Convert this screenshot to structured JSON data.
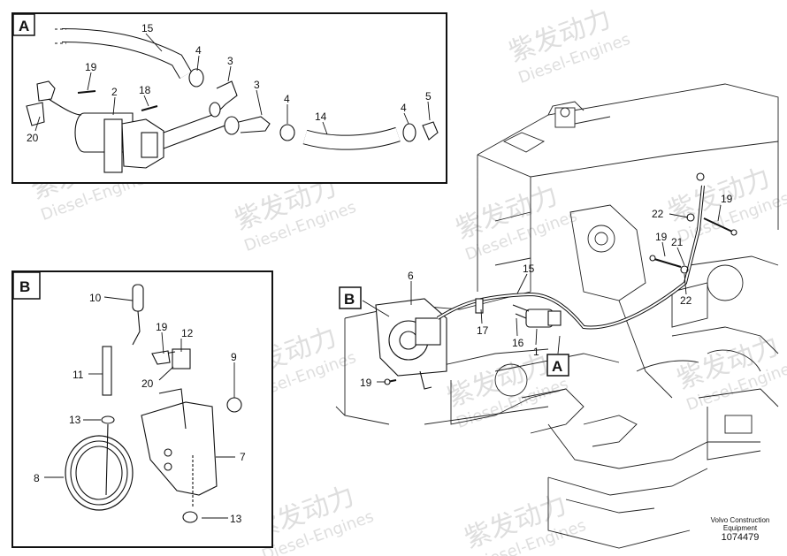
{
  "details": [
    {
      "key": "A",
      "label": "A"
    },
    {
      "key": "B",
      "label": "B"
    }
  ],
  "callouts": {
    "a15": "15",
    "a4a": "4",
    "a3a": "3",
    "a19": "19",
    "a2": "2",
    "a18": "18",
    "a3b": "3",
    "a4b": "4",
    "a14": "14",
    "a4c": "4",
    "a5": "5",
    "a20": "20",
    "b10": "10",
    "b19": "19",
    "b12": "12",
    "b11": "11",
    "b20": "20",
    "b9": "9",
    "b13a": "13",
    "b7": "7",
    "b8": "8",
    "b13b": "13",
    "m6": "6",
    "m15": "15",
    "m17": "17",
    "m16": "16",
    "m1": "1",
    "m19": "19",
    "m22a": "22",
    "m19b": "19",
    "m21": "21",
    "m19c": "19",
    "m22b": "22",
    "mB": "B",
    "mA": "A"
  },
  "watermark": {
    "brand": "紫发动力",
    "sub": "Diesel-Engines"
  },
  "footer": {
    "brand_line1": "Volvo Construction",
    "brand_line2": "Equipment",
    "part_number": "1074479"
  }
}
